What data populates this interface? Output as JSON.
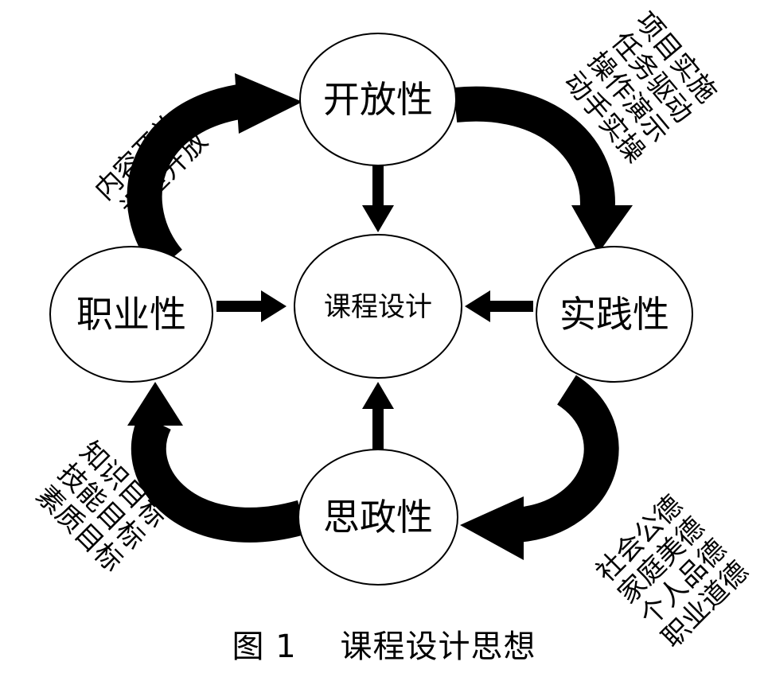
{
  "nodes": {
    "top": "开放性",
    "left": "职业性",
    "center": "课程设计",
    "right": "实践性",
    "bottom": "思政性"
  },
  "annotations": {
    "top_left": [
      "内容开放",
      "课堂开放"
    ],
    "top_right": [
      "项目实施",
      "任务驱动",
      "操作演示",
      "动手实操"
    ],
    "bottom_left": [
      "知识目标",
      "技能目标",
      "素质目标"
    ],
    "bottom_right": [
      "社会公德",
      "家庭美德",
      "个人品德",
      "职业道德"
    ]
  },
  "caption": {
    "label": "图 1",
    "title": "课程设计思想"
  },
  "colors": {
    "ink": "#000000",
    "paper": "#ffffff"
  }
}
